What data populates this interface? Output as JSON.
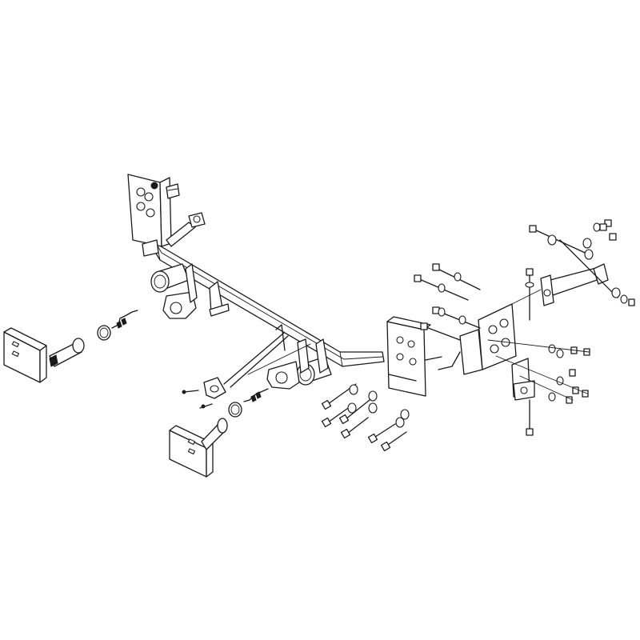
{
  "diagram": {
    "style": "exploded line drawing",
    "colors": {
      "line": "#1a1a1a",
      "background": "#ffffff"
    },
    "parts": [
      "main-crossbar",
      "left-side-bracket",
      "right-side-bracket",
      "left-tab-plate",
      "right-tab-plate",
      "pins",
      "spring-clips",
      "clevis-rings",
      "safety-cable-rod",
      "receiver-tube",
      "hex-bolts",
      "flat-washers",
      "lock-washers",
      "nuts",
      "diagonal-brace"
    ]
  }
}
